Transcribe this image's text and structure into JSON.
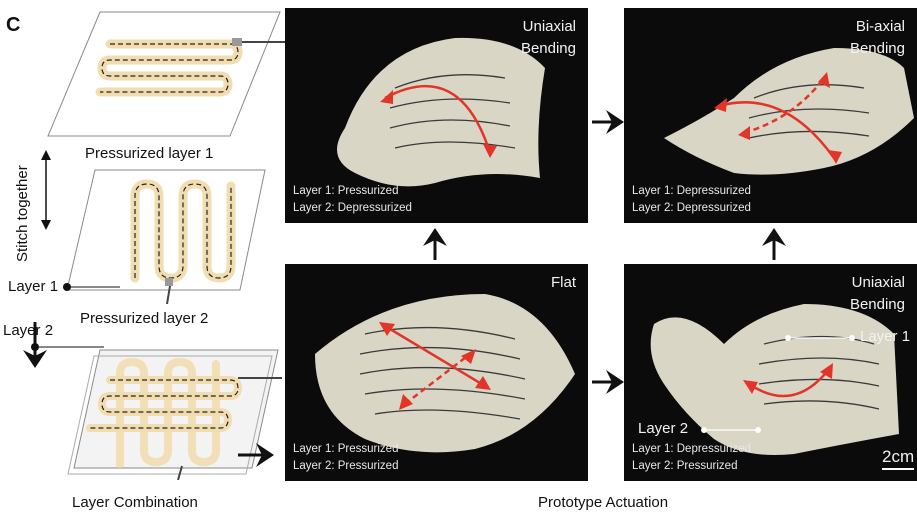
{
  "panel_letter": "C",
  "left": {
    "caption_layer1": "Pressurized layer 1",
    "caption_layer2": "Pressurized layer 2",
    "stitch_label": "Stitch together",
    "layer1_label": "Layer 1",
    "layer2_label": "Layer 2",
    "combination_caption": "Layer Combination"
  },
  "photos": {
    "uniaxial_top": {
      "title": "Uniaxial\nBending",
      "status1": "Layer 1: Pressurized",
      "status2": "Layer 2: Depressurized"
    },
    "biaxial": {
      "title": "Bi-axial\nBending",
      "status1": "Layer 1: Depressurized",
      "status2": "Layer 2: Depressurized"
    },
    "flat": {
      "title": "Flat",
      "status1": "Layer 1: Pressurized",
      "status2": "Layer 2: Pressurized"
    },
    "uniaxial_bottom": {
      "title": "Uniaxial\nBending",
      "status1": "Layer 1: Depressurized",
      "status2": "Layer 2: Pressurized",
      "layer1_label": "Layer 1",
      "layer2_label": "Layer 2",
      "scale": "2cm"
    }
  },
  "prototype_caption": "Prototype Actuation",
  "colors": {
    "arrow_red": "#e2352a",
    "fabric": "#d9d6c6",
    "channel": "#f2ddb0"
  }
}
